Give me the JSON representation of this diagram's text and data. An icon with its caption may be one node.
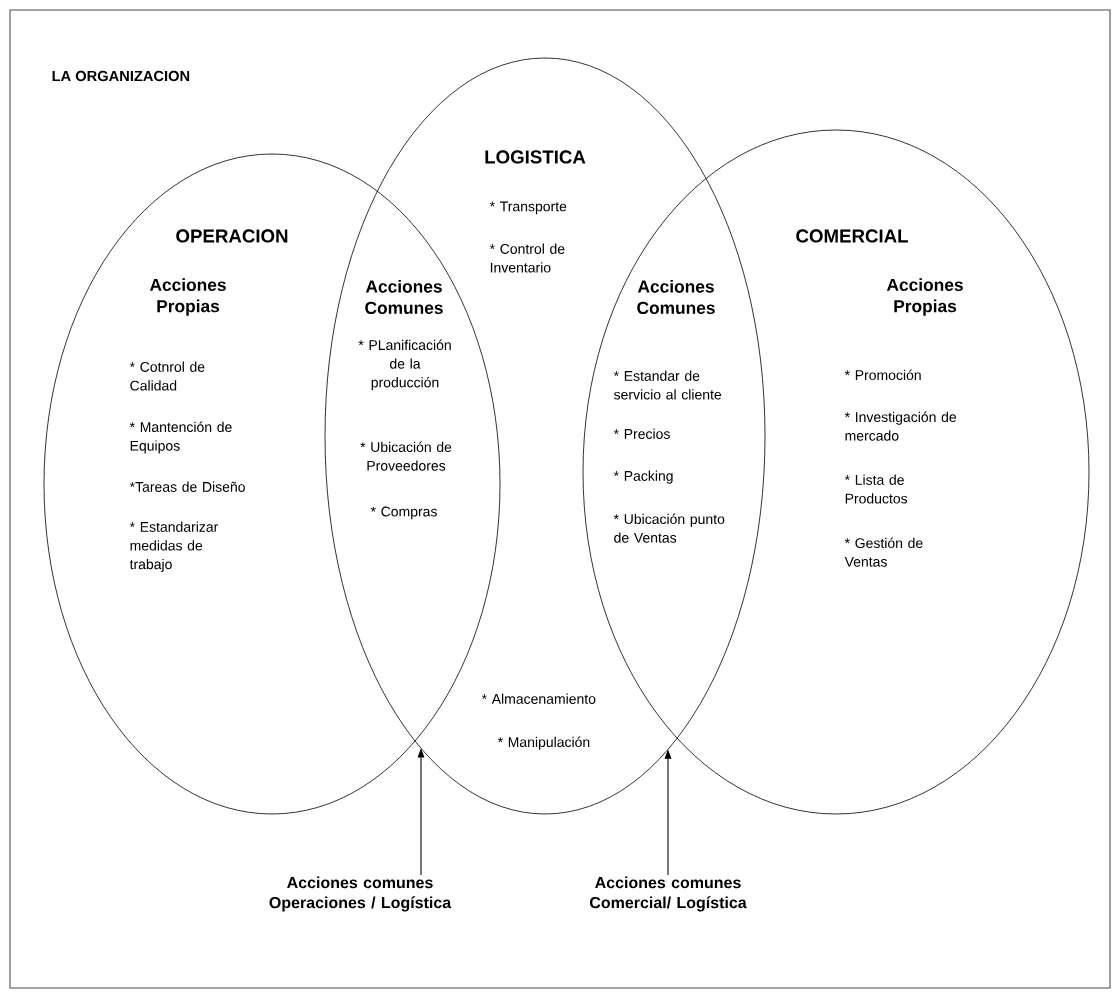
{
  "diagram": {
    "nodes": [
      {
        "text": [
          "LA ORGANIZACION"
        ]
      },
      {
        "text": [
          "OPERACION",
          "Acciones Propias",
          "* Cotnrol de Calidad",
          "* Mantención de Equipos",
          "*Tareas de Diseño",
          "* Estandarizar medidas de trabajo"
        ],
        "in": 0
      },
      {
        "text": [
          "LOGISTICA",
          "* Transporte",
          "* Control de Inventario",
          "* Almacenamiento",
          "* Manipulación"
        ],
        "in": 0
      },
      {
        "text": [
          "COMERCIAL",
          "Acciones Propias",
          "* Promoción",
          "* Investigación de mercado",
          "* Lista de Productos",
          "* Gestión de Ventas"
        ],
        "in": 0
      },
      {
        "text": [
          "Acciones comunes Operaciones / Logística"
        ],
        "in": 0
      },
      {
        "text": [
          "Acciones comunes Comercial/ Logística"
        ],
        "in": 0
      }
    ],
    "edges": [
      {
        "from": 4,
        "to": 2,
        "arrow": "to"
      },
      {
        "from": 5,
        "to": 2,
        "arrow": "to"
      }
    ],
    "labels": [
      "Acciones Comunes",
      "* PLanificación de la producción",
      "* Ubicación de Proveedores",
      "* Compras",
      "Acciones Comunes",
      "* Estandar de servicio al cliente",
      "* Precios",
      "* Packing",
      "* Ubicación punto de Ventas"
    ]
  }
}
